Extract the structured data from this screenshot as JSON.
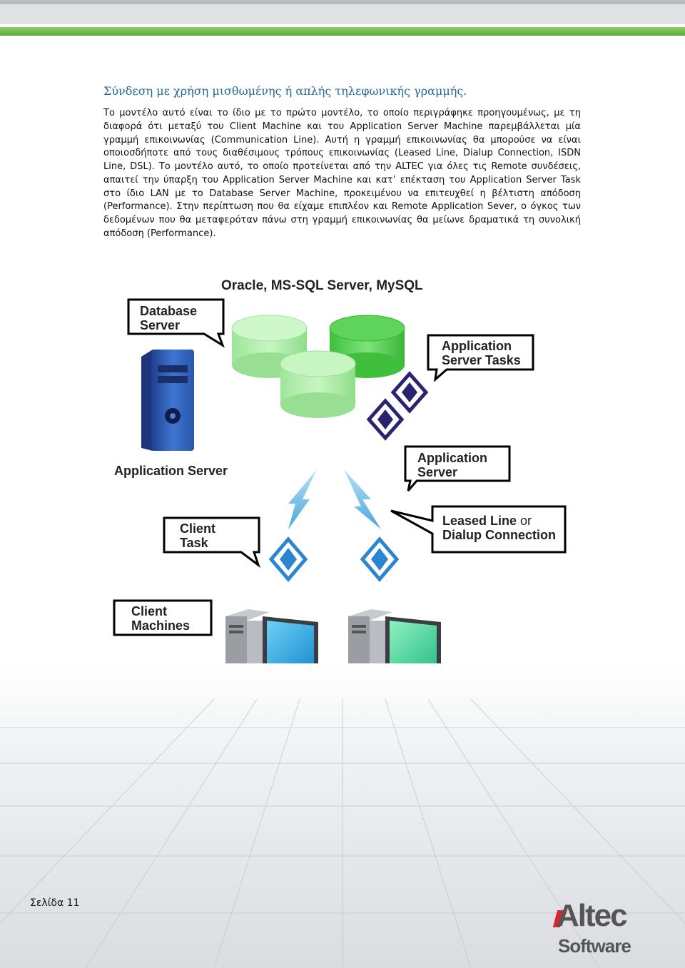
{
  "page": {
    "heading": "Σύνδεση με χρήση μισθωμένης ή απλής τηλεφωνικής γραμμής.",
    "paragraph": "Το μοντέλο αυτό είναι το ίδιο με το πρώτο μοντέλο, το οποίο περιγράφηκε προηγουμένως, με τη διαφορά ότι μεταξύ του Client Machine και του Application Server Machine παρεμβάλλεται μία γραμμή επικοινωνίας (Communication Line). Αυτή η γραμμή επικοινωνίας θα μπορούσε να είναι οποιοσδήποτε από τους διαθέσιμους τρόπους επικοινωνίας (Leased Line, Dialup Connection, ISDN Line, DSL). Το μοντέλο αυτό, το οποίο προτείνεται από την ALTEC για όλες τις Remote συνδέσεις, απαιτεί την ύπαρξη του Application Server Machine και κατ’ επέκταση του Application Server Task στο ίδιο LAN με το Database Server Machine, προκειμένου να επιτευχθεί η βέλτιστη απόδοση (Performance). Στην περίπτωση που θα είχαμε επιπλέον και Remote Application Sever, ο όγκος των δεδομένων που θα μεταφερόταν πάνω στη γραμμή επικοινωνίας θα μείωνε δραματικά τη συνολική απόδοση (Performance).",
    "page_number": "Σελίδα 11"
  },
  "diagram": {
    "db_title": "Oracle, MS-SQL Server, MySQL",
    "db_server_line1": "Database",
    "db_server_line2": "Server",
    "app_tasks_line1": "Application",
    "app_tasks_line2": "Server Tasks",
    "app_server_callout_line1": "Application",
    "app_server_callout_line2": "Server",
    "app_server_label": "Application Server",
    "leased_bold": "Leased Line",
    "leased_or": " or",
    "dialup": "Dialup Connection",
    "client_task_line1": "Client",
    "client_task_line2": "Task",
    "client_machines_line1": "Client",
    "client_machines_line2": "Machines"
  },
  "logo": {
    "line1": "Altec",
    "line2": "Software"
  },
  "colors": {
    "heading": "#1f6a9a",
    "topbar_green": "#6cbd45",
    "db_light": "#b6f0b0",
    "db_mid": "#7ee07a",
    "db_dark": "#4cc848",
    "diamond_navy": "#2a2470",
    "diamond_blue": "#2a86d0",
    "bolt_blue": "#7ec3ea",
    "server_blue": "#2f5db3"
  }
}
